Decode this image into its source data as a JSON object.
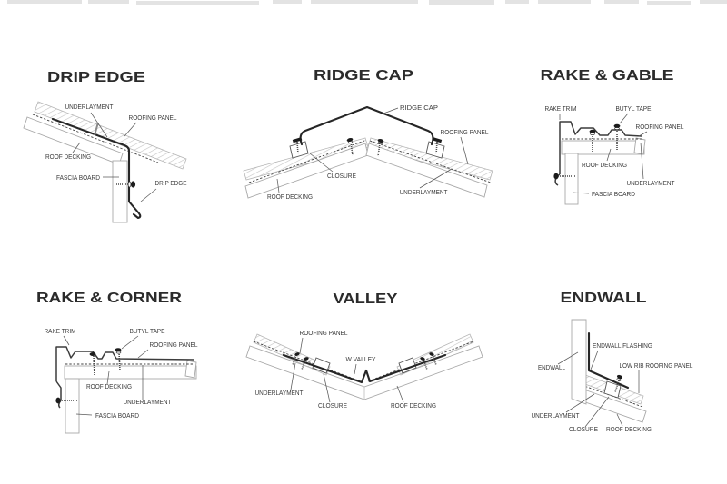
{
  "colors": {
    "background": "#ffffff",
    "line_gray": "#a8a8a8",
    "dark_line": "#262626",
    "hatch": "#c3c3c3",
    "text": "#3a3a3a"
  },
  "diagrams": [
    {
      "id": "drip-edge",
      "title": "DRIP EDGE",
      "labels": {
        "underlayment": "UNDERLAYMENT",
        "roofing_panel": "ROOFING PANEL",
        "roof_decking": "ROOF DECKING",
        "fascia_board": "FASCIA BOARD",
        "drip_edge": "DRIP EDGE"
      }
    },
    {
      "id": "ridge-cap",
      "title": "RIDGE CAP",
      "labels": {
        "ridge_cap": "RIDGE CAP",
        "roofing_panel": "ROOFING PANEL",
        "closure": "CLOSURE",
        "roof_decking": "ROOF DECKING",
        "underlayment": "UNDERLAYMENT"
      }
    },
    {
      "id": "rake-and-gable",
      "title": "RAKE & GABLE",
      "labels": {
        "rake_trim": "RAKE TRIM",
        "butyl_tape": "BUTYL TAPE",
        "roofing_panel": "ROOFING PANEL",
        "roof_decking": "ROOF DECKING",
        "underlayment": "UNDERLAYMENT",
        "fascia_board": "FASCIA BOARD"
      }
    },
    {
      "id": "rake-and-corner",
      "title": "RAKE & CORNER",
      "labels": {
        "rake_trim": "RAKE TRIM",
        "butyl_tape": "BUTYL TAPE",
        "roofing_panel": "ROOFING PANEL",
        "roof_decking": "ROOF DECKING",
        "underlayment": "UNDERLAYMENT",
        "fascia_board": "FASCIA BOARD"
      }
    },
    {
      "id": "valley",
      "title": "VALLEY",
      "labels": {
        "roofing_panel": "ROOFING PANEL",
        "w_valley": "W VALLEY",
        "underlayment": "UNDERLAYMENT",
        "closure": "CLOSURE",
        "roof_decking": "ROOF DECKING"
      }
    },
    {
      "id": "endwall",
      "title": "ENDWALL",
      "labels": {
        "endwall": "ENDWALL",
        "endwall_flashing": "ENDWALL FLASHING",
        "low_rib_roofing_panel": "LOW RIB ROOFING PANEL",
        "underlayment": "UNDERLAYMENT",
        "closure": "CLOSURE",
        "roof_decking": "ROOF DECKING"
      }
    }
  ]
}
